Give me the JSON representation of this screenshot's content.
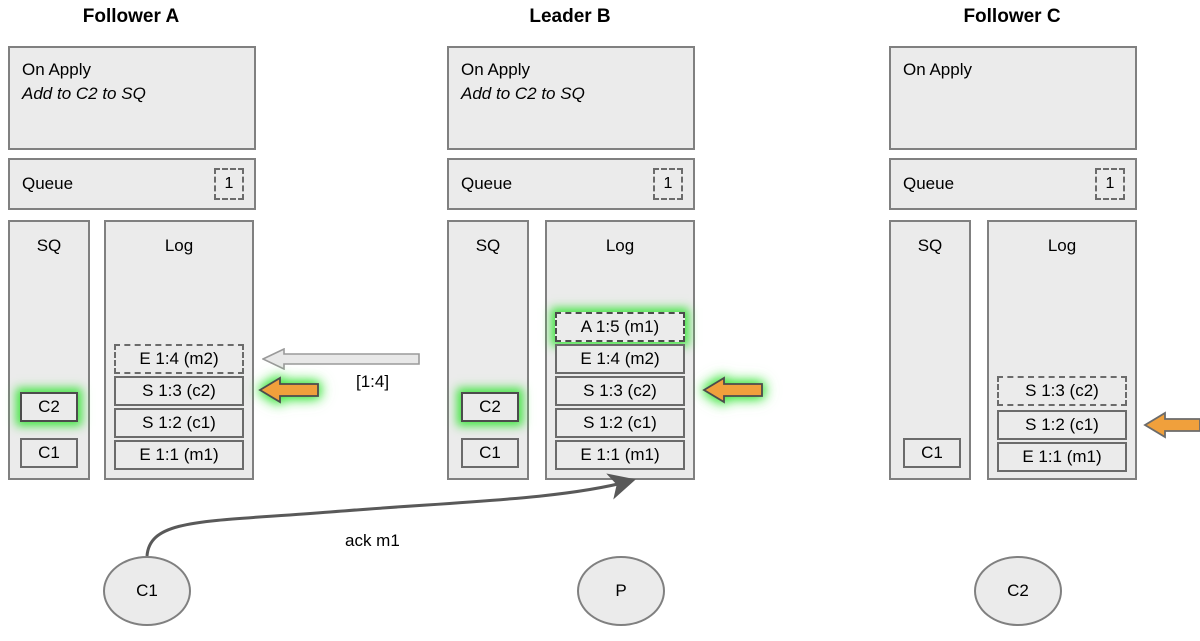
{
  "diagram": {
    "title_bar_colors": {
      "panel_fill": "#ebebeb",
      "panel_border": "#808080",
      "chip_border": "#6b6b6b",
      "highlight_glow": "#3ce53c",
      "orange_arrow": "#f0a03c",
      "grey_arrow": "#e6e6e6",
      "connector": "#595959"
    },
    "nodes": [
      {
        "id": "follower-a",
        "title": "Follower A",
        "on_apply": {
          "heading": "On Apply",
          "action": "Add to C2 to SQ"
        },
        "queue": {
          "label": "Queue",
          "badge": "1"
        },
        "sq": {
          "heading": "SQ",
          "items": [
            {
              "label": "C2",
              "highlight": true
            },
            {
              "label": "C1",
              "highlight": false
            }
          ]
        },
        "log": {
          "heading": "Log",
          "entries": [
            {
              "label": "E 1:4 (m2)",
              "dashed": true
            },
            {
              "label": "S 1:3 (c2)",
              "dashed": false
            },
            {
              "label": "S 1:2 (c1)",
              "dashed": false
            },
            {
              "label": "E 1:1 (m1)",
              "dashed": false
            }
          ]
        }
      },
      {
        "id": "leader-b",
        "title": "Leader B",
        "on_apply": {
          "heading": "On Apply",
          "action": "Add to C2 to SQ"
        },
        "queue": {
          "label": "Queue",
          "badge": "1"
        },
        "sq": {
          "heading": "SQ",
          "items": [
            {
              "label": "C2",
              "highlight": true
            },
            {
              "label": "C1",
              "highlight": false
            }
          ]
        },
        "log": {
          "heading": "Log",
          "entries": [
            {
              "label": "A 1:5 (m1)",
              "dashed": true,
              "highlight": true
            },
            {
              "label": "E 1:4 (m2)",
              "dashed": false
            },
            {
              "label": "S 1:3 (c2)",
              "dashed": false
            },
            {
              "label": "S 1:2 (c1)",
              "dashed": false
            },
            {
              "label": "E 1:1 (m1)",
              "dashed": false
            }
          ]
        }
      },
      {
        "id": "follower-c",
        "title": "Follower C",
        "on_apply": {
          "heading": "On Apply",
          "action": ""
        },
        "queue": {
          "label": "Queue",
          "badge": "1"
        },
        "sq": {
          "heading": "SQ",
          "items": [
            {
              "label": "C1",
              "highlight": false
            }
          ]
        },
        "log": {
          "heading": "Log",
          "entries": [
            {
              "label": "S 1:3 (c2)",
              "dashed": true
            },
            {
              "label": "S 1:2 (c1)",
              "dashed": false
            },
            {
              "label": "E 1:1 (m1)",
              "dashed": false
            }
          ]
        }
      }
    ],
    "arrows": {
      "replication_label": "[1:4]",
      "ack_label": "ack m1"
    },
    "clients": [
      {
        "id": "client-c1",
        "label": "C1"
      },
      {
        "id": "producer-p",
        "label": "P"
      },
      {
        "id": "client-c2",
        "label": "C2"
      }
    ]
  }
}
